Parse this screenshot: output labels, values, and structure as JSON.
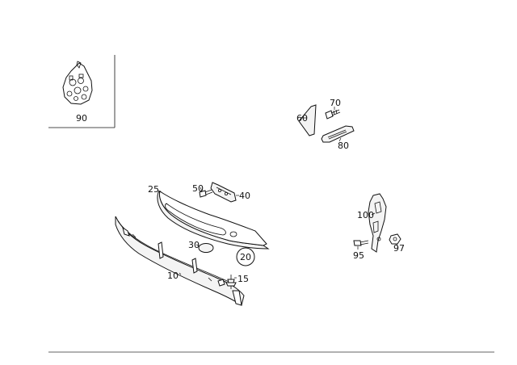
{
  "labels": {
    "p90": "90",
    "p70": "70",
    "p60": "60",
    "p80": "80",
    "p25": "25",
    "p50": "50",
    "p40": "40",
    "p30": "30",
    "p20": "20",
    "p10": "10",
    "p15": "15",
    "p100": "100",
    "p95": "95",
    "p97": "97"
  }
}
